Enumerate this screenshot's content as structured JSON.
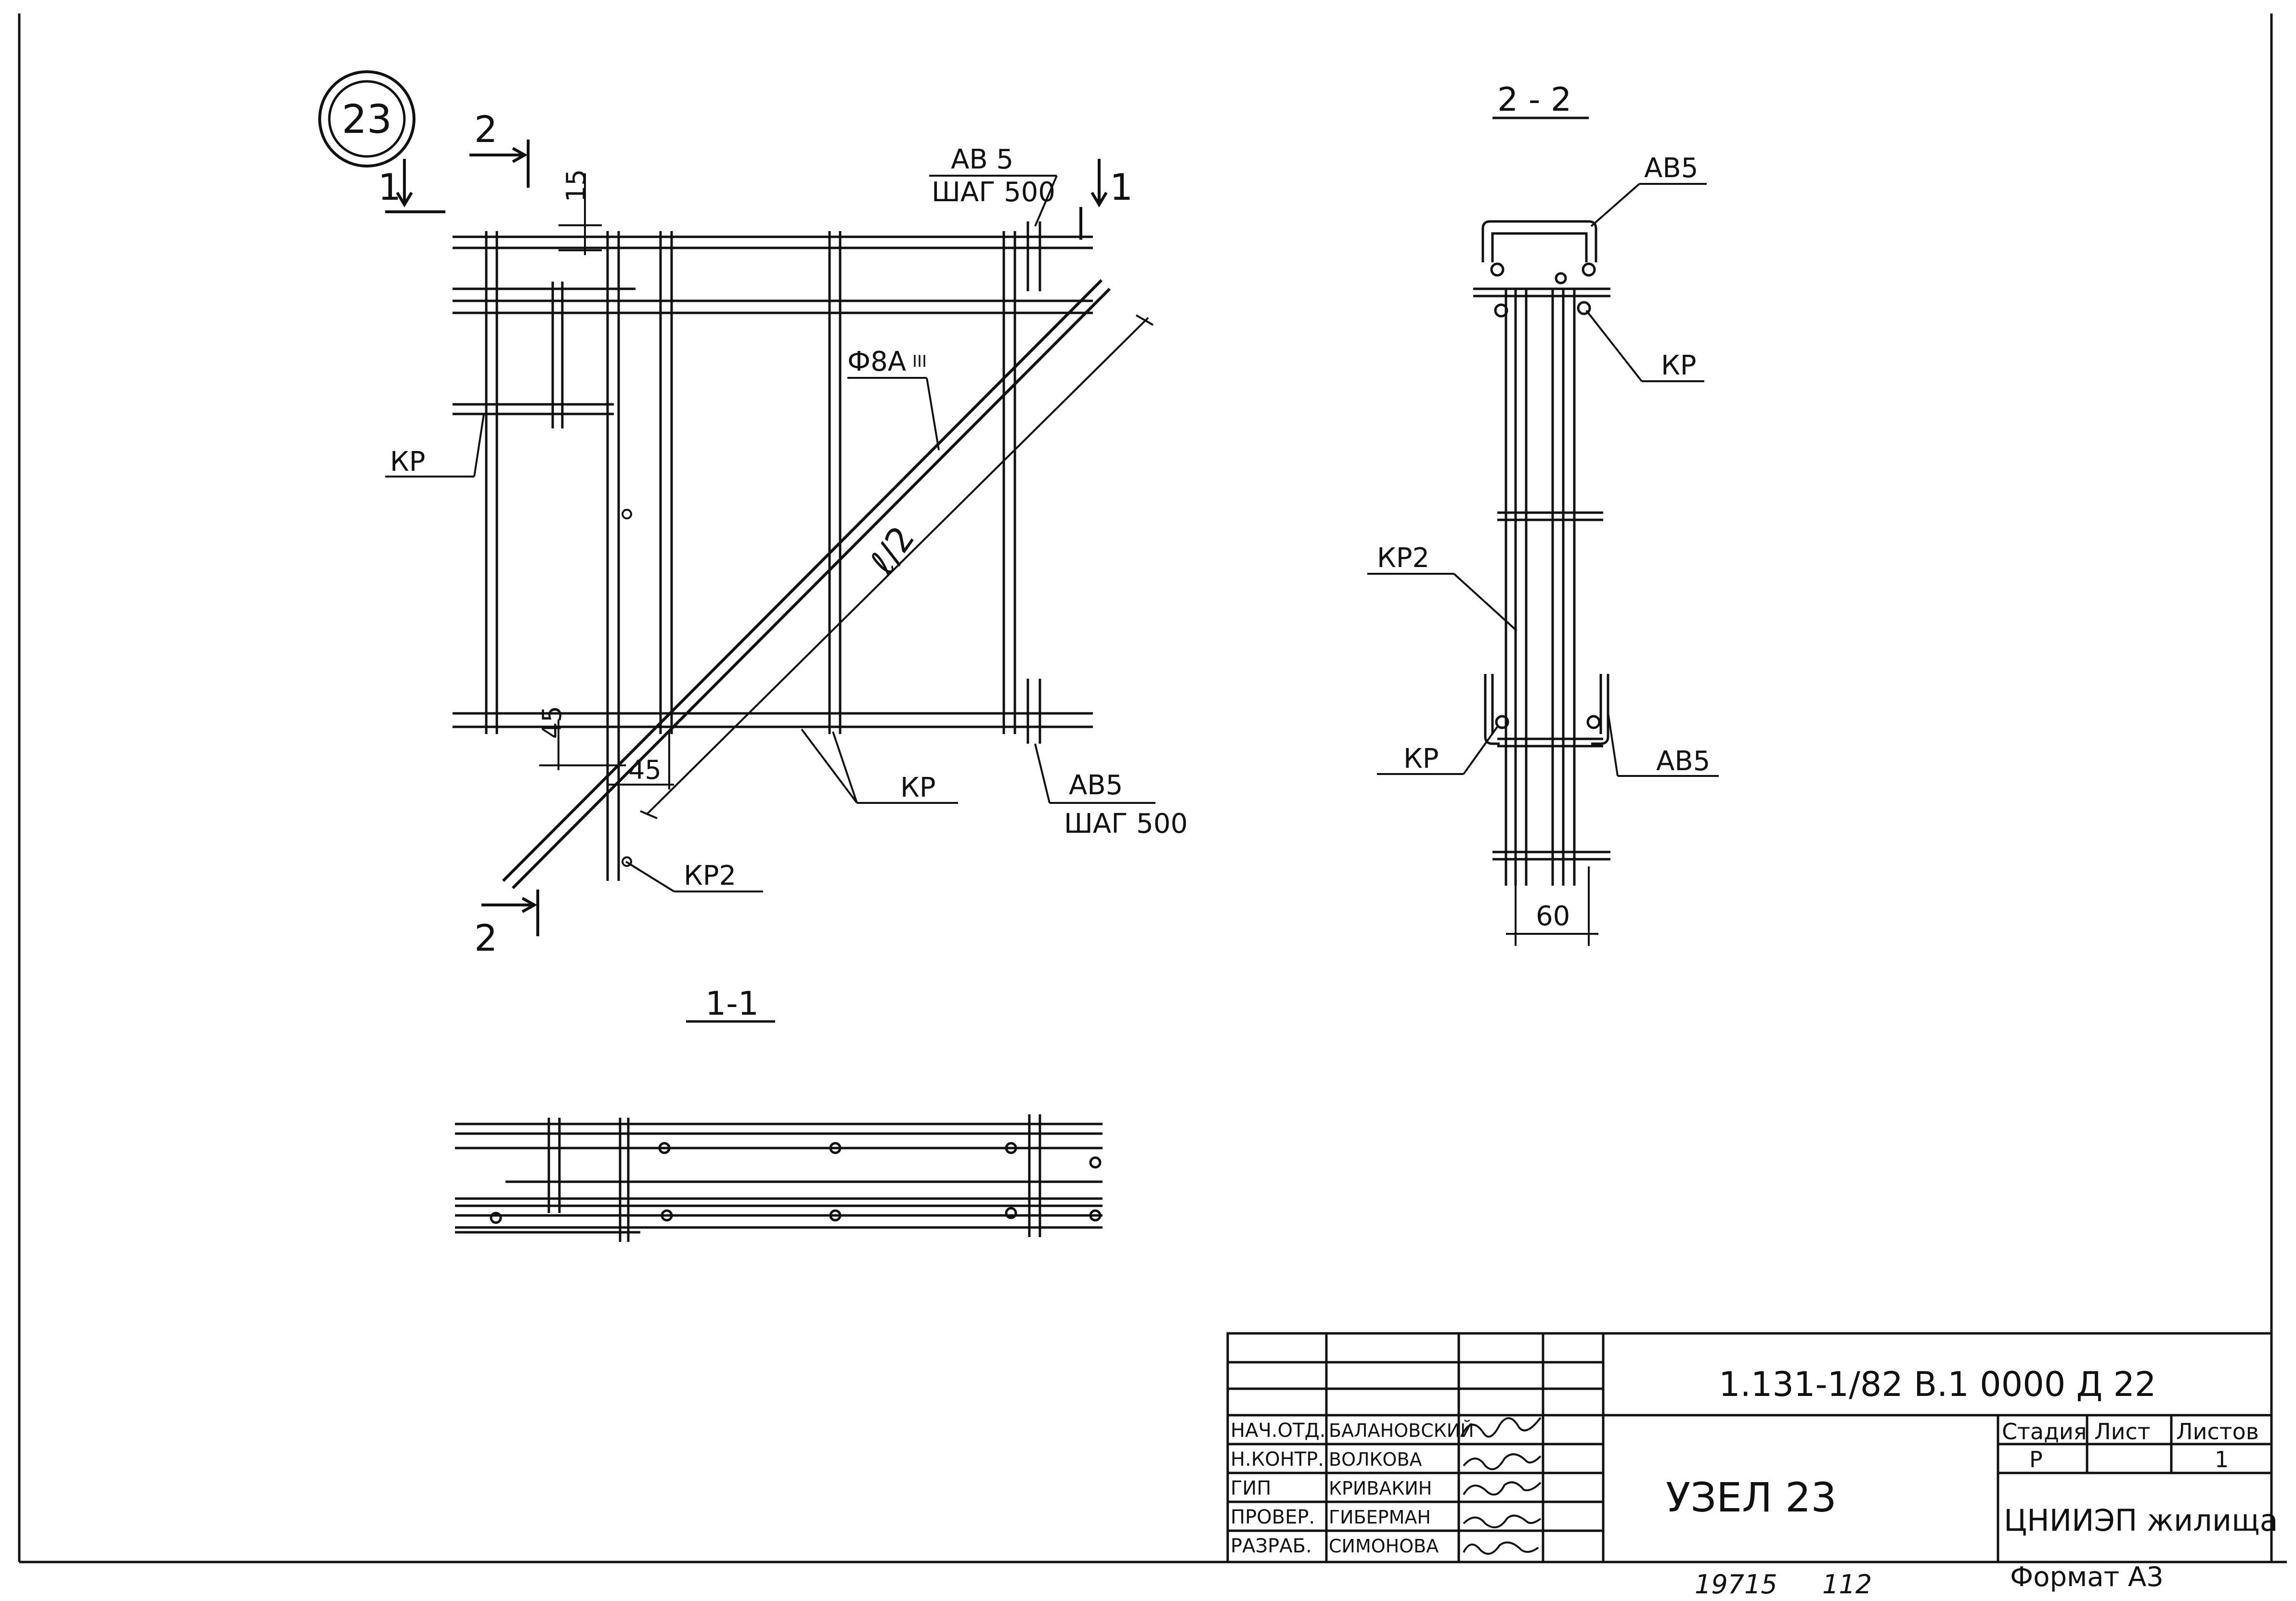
{
  "node_mark": "23",
  "plan": {
    "cut1_label": "1",
    "cut1_label_right": "1",
    "cut2_label_top": "2",
    "cut2_label_bottom": "2",
    "dim_15": "15",
    "dim_45_vertical": "45",
    "dim_45_horizontal": "45",
    "ab5_top_label": "AB 5",
    "ab5_top_step": "ШАГ 500",
    "phi_label": "Ф8А",
    "phi_class": "III",
    "half_span_label": "ℓ/2",
    "kp_left": "КР",
    "kp_bottom": "КР",
    "kp2_label": "КР2",
    "ab5_bottom_label": "AB5",
    "ab5_bottom_step": "ШАГ 500"
  },
  "section22": {
    "title": "2 - 2",
    "ab5_top": "AB5",
    "kp_top": "КР",
    "kp2": "КР2",
    "kp_bottom": "КР",
    "ab5_bottom": "AB5",
    "dim_60": "60"
  },
  "section11": {
    "title": "1-1"
  },
  "title_block": {
    "designation": "1.131-1/82 В.1 0000 Д 22",
    "sheet_name": "УЗЕЛ 23",
    "organization": "ЦНИИЭП жилища",
    "stage_header": "Стадия",
    "sheet_header": "Лист",
    "sheets_header": "Листов",
    "stage_value": "Р",
    "sheet_value": "",
    "sheets_value": "1",
    "signatories": [
      {
        "role": "НАЧ.ОТД.",
        "name": "БАЛАНОВСКИЙ"
      },
      {
        "role": "Н.КОНТР.",
        "name": "ВОЛКОВА"
      },
      {
        "role": "ГИП",
        "name": "КРИВАКИН"
      },
      {
        "role": "ПРОВЕР.",
        "name": "ГИБЕРМАН"
      },
      {
        "role": "РАЗРАБ.",
        "name": "СИМОНОВА"
      }
    ]
  },
  "footer": {
    "archive_number": "19715",
    "archive_sheet": "112",
    "format": "Формат А3"
  }
}
